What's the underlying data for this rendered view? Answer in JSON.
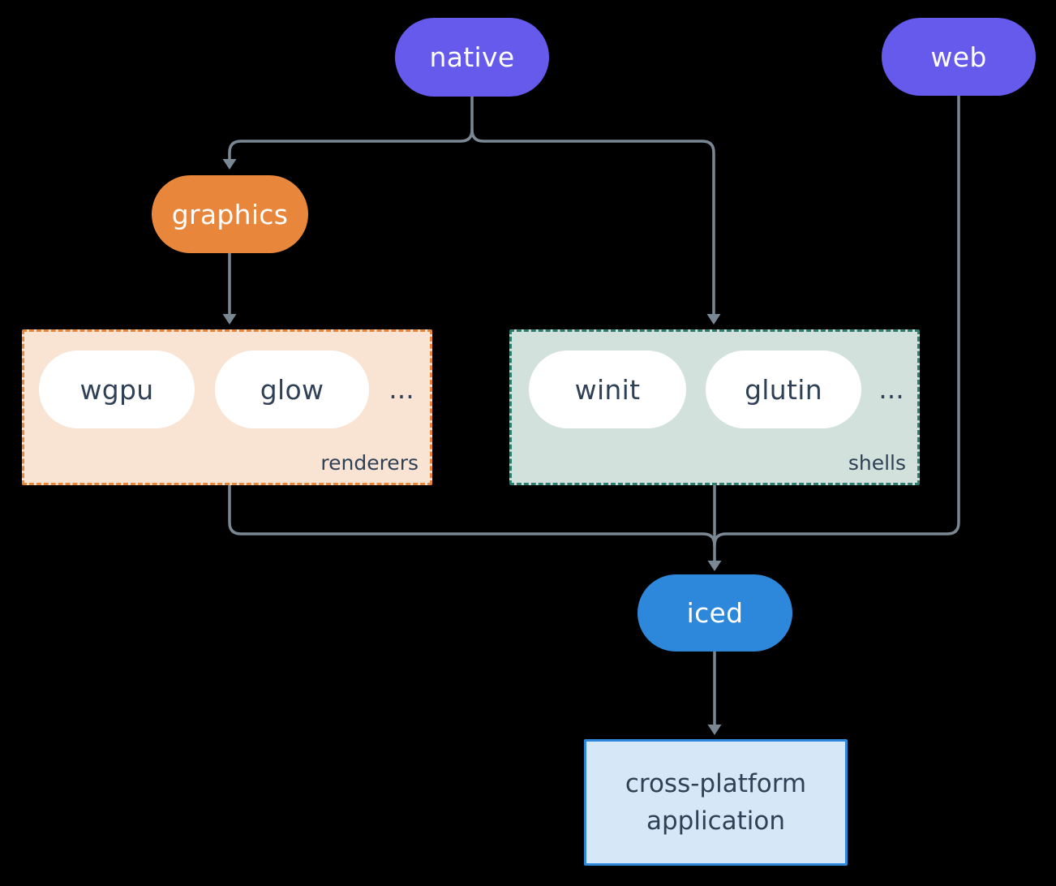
{
  "colors": {
    "background": "#000000",
    "purple": "#655AEB",
    "orange": "#E8873B",
    "blue": "#2D87DA",
    "edge": "#7A8894",
    "peach-fill": "#F9E4D3",
    "sage-fill": "#D2E1DB",
    "teal-border": "#2E7D6E",
    "lightblue-fill": "#D6E7F8",
    "navy-text": "#2F4156",
    "white": "#FFFFFF"
  },
  "nodes": {
    "native": {
      "label": "native"
    },
    "web": {
      "label": "web"
    },
    "graphics": {
      "label": "graphics"
    },
    "iced": {
      "label": "iced"
    },
    "application": {
      "label": "cross-platform application"
    }
  },
  "groups": {
    "renderers": {
      "label": "renderers",
      "ellipsis": "...",
      "items": [
        "wgpu",
        "glow"
      ]
    },
    "shells": {
      "label": "shells",
      "ellipsis": "...",
      "items": [
        "winit",
        "glutin"
      ]
    }
  }
}
